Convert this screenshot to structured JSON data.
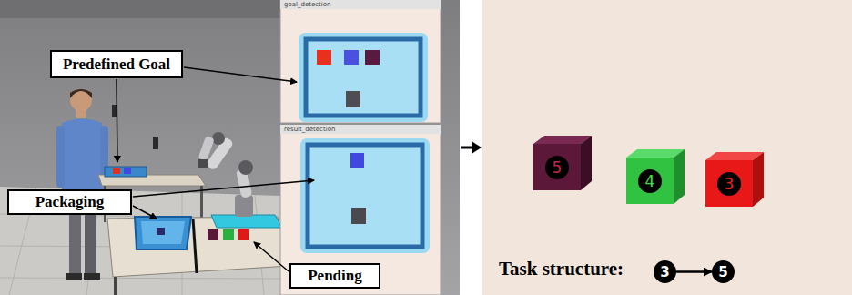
{
  "diagram": {
    "nodes": [
      {
        "text": [
          "Predefined Goal"
        ]
      },
      {
        "text": [
          "Packaging"
        ]
      },
      {
        "text": [
          "Pending"
        ]
      },
      {
        "text": [
          "5"
        ]
      },
      {
        "text": [
          "4"
        ]
      },
      {
        "text": [
          "3"
        ]
      },
      {
        "text": [
          "3"
        ]
      },
      {
        "text": [
          "5"
        ]
      }
    ],
    "edges": [
      {
        "from": 6,
        "to": 7,
        "arrow": "to"
      }
    ],
    "labels": [
      "goal_detection",
      "result_detection",
      "Task structure:"
    ]
  }
}
